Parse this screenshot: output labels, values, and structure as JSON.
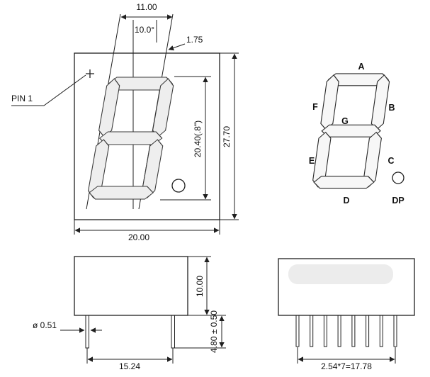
{
  "drawing": {
    "front_view": {
      "pin1_label": "PIN 1",
      "dim_top_width": "11.00",
      "dim_slant_angle": "10.0°",
      "dim_segment_width": "1.75",
      "dim_digit_height": "20.40(.8\")",
      "dim_overall_height": "27.70",
      "dim_overall_width": "20.00"
    },
    "segment_diagram": {
      "seg_a": "A",
      "seg_b": "B",
      "seg_c": "C",
      "seg_d": "D",
      "seg_e": "E",
      "seg_f": "F",
      "seg_g": "G",
      "seg_dp": "DP"
    },
    "side_view": {
      "dim_body_height": "10.00",
      "dim_standoff": "4.80 ± 0.50",
      "dim_pin_diameter": "ø 0.51",
      "dim_pin_span": "15.24"
    },
    "bottom_view": {
      "dim_pin_pitch": "2.54*7=17.78"
    },
    "colors": {
      "line": "#1f1f1f",
      "segment_fill": "#eeeeee"
    }
  }
}
